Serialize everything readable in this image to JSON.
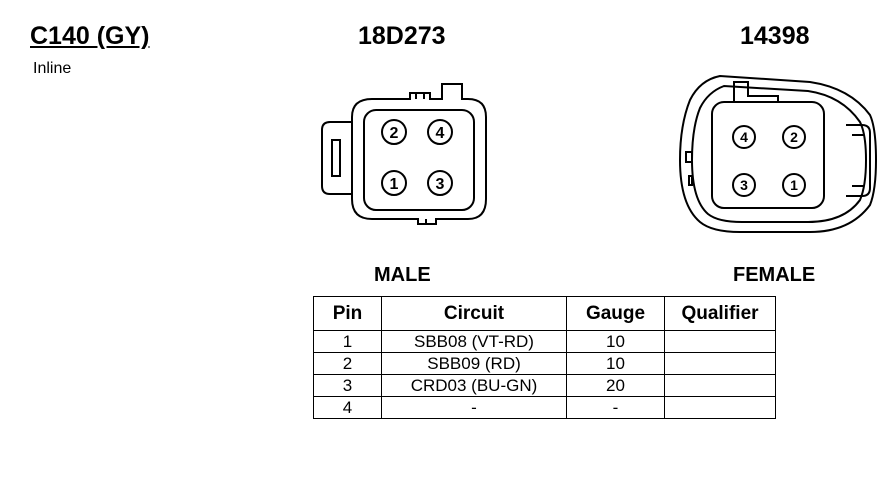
{
  "connector": {
    "title": "C140 (GY)",
    "subtitle": "Inline",
    "male_part": "18D273",
    "female_part": "14398",
    "male_label": "MALE",
    "female_label": "FEMALE"
  },
  "male_pins": [
    "2",
    "4",
    "1",
    "3"
  ],
  "female_pins": [
    "4",
    "2",
    "3",
    "1"
  ],
  "table": {
    "headers": [
      "Pin",
      "Circuit",
      "Gauge",
      "Qualifier"
    ],
    "rows": [
      [
        "1",
        "SBB08 (VT-RD)",
        "10",
        ""
      ],
      [
        "2",
        "SBB09 (RD)",
        "10",
        ""
      ],
      [
        "3",
        "CRD03 (BU-GN)",
        "20",
        ""
      ],
      [
        "4",
        "-",
        "-",
        ""
      ]
    ]
  }
}
